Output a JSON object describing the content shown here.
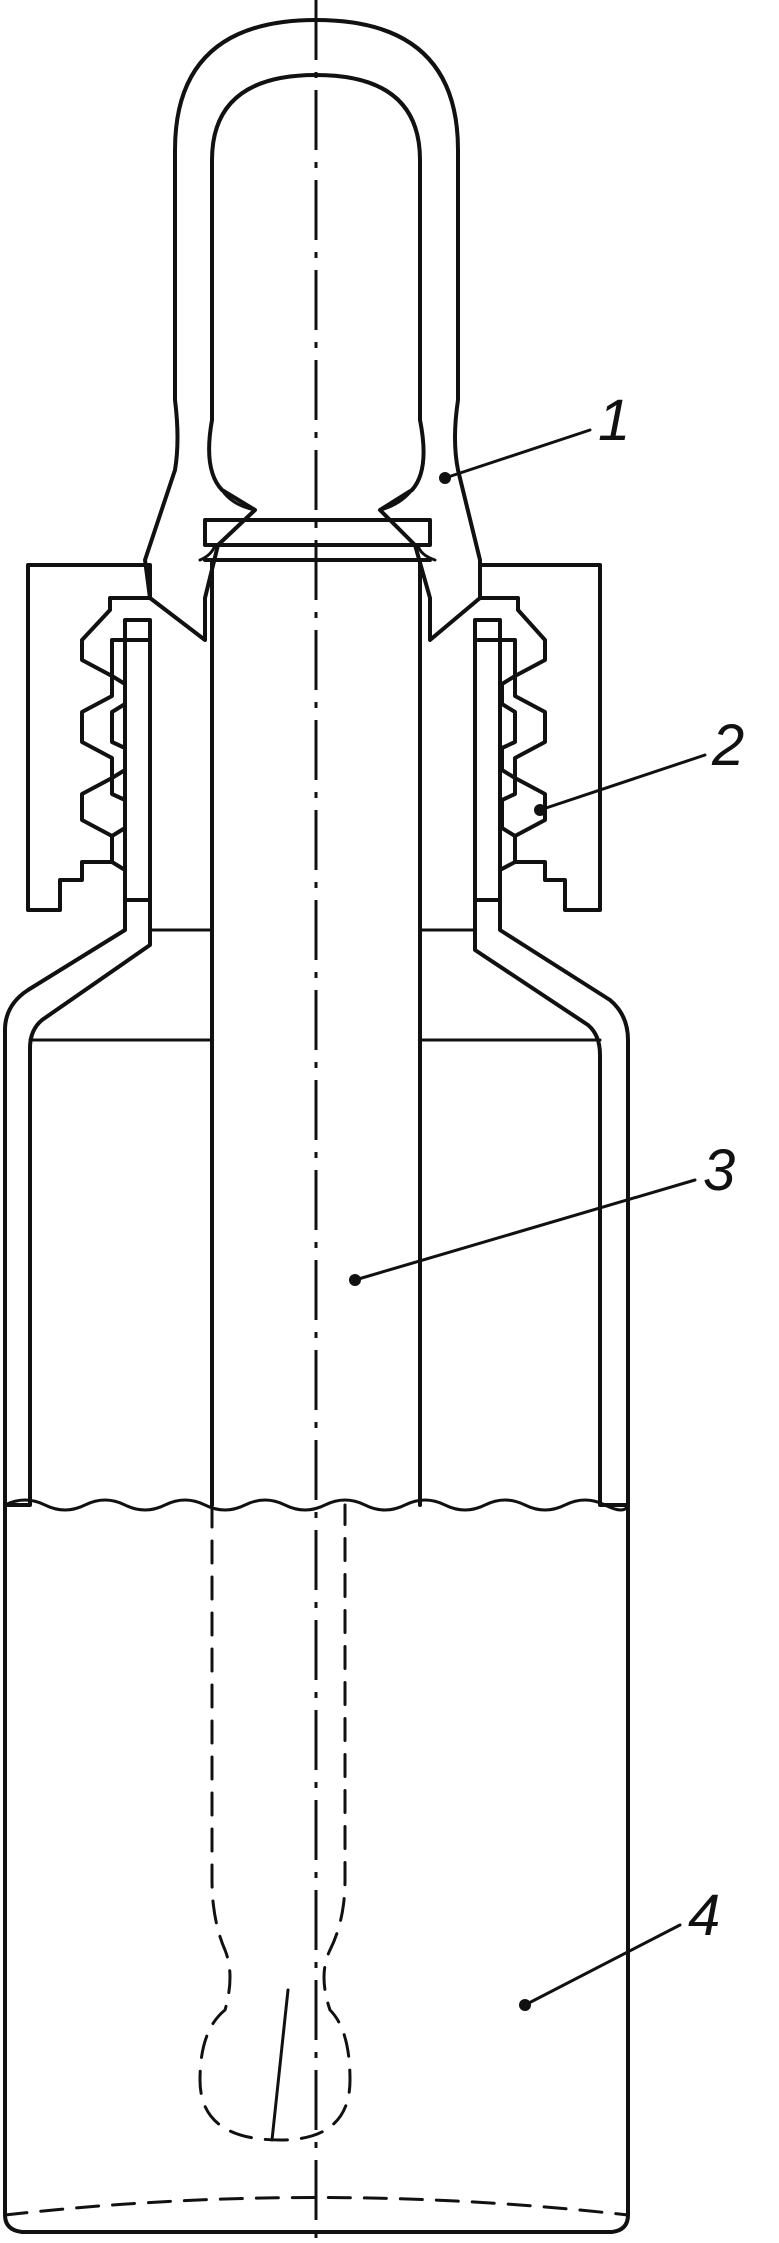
{
  "figure": {
    "labels": [
      {
        "id": "bulb",
        "text": "1"
      },
      {
        "id": "cap",
        "text": "2"
      },
      {
        "id": "pipette",
        "text": "3"
      },
      {
        "id": "liquid",
        "text": "4"
      }
    ]
  },
  "colors": {
    "line": "#111111",
    "background": "#ffffff"
  }
}
